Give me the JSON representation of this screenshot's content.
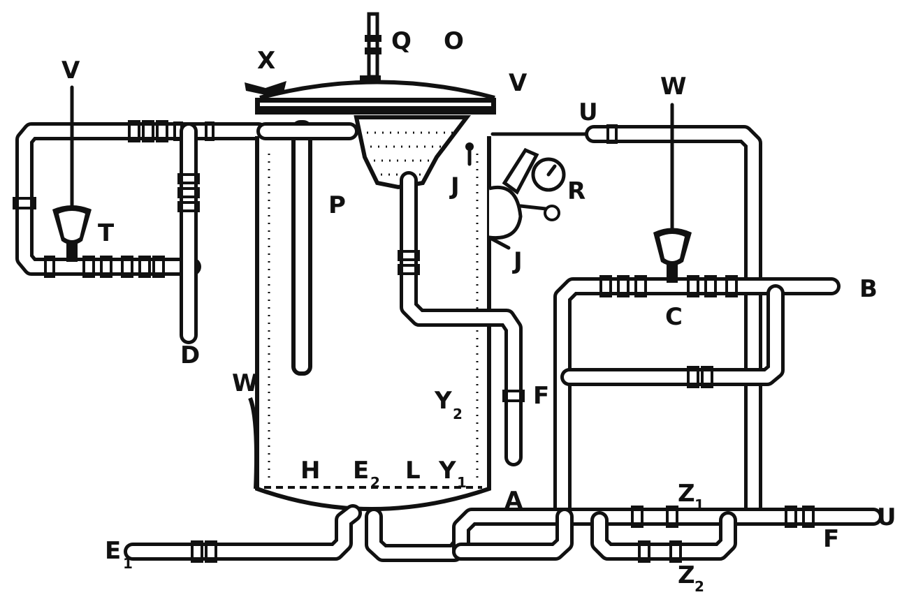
{
  "labels": {
    "V_left": "V",
    "X": "X",
    "Q": "Q",
    "O": "O",
    "V_right": "V",
    "U_top": "U",
    "W_top": "W",
    "J_upper": "J",
    "R": "R",
    "P": "P",
    "T": "T",
    "J_lower": "J",
    "B": "B",
    "C": "C",
    "D": "D",
    "W_left": "W",
    "F_mid": "F",
    "Y2": "Y",
    "Y2_sub": "2",
    "H": "H",
    "E2": "E",
    "E2_sub": "2",
    "L": "L",
    "Y1": "Y",
    "Y1_sub": "1",
    "A": "A",
    "Z1": "Z",
    "Z1_sub": "1",
    "U_right": "U",
    "E1": "E",
    "E1_sub": "1",
    "F_right": "F",
    "Z2": "Z",
    "Z2_sub": "2"
  }
}
